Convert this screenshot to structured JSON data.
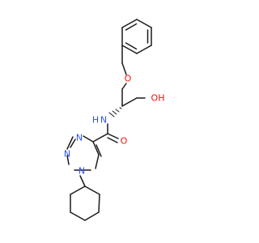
{
  "molecule": {
    "atoms": {
      "ether_oxygen": {
        "label": "O",
        "color": "#ff0d0d"
      },
      "hydroxyl": {
        "label": "OH",
        "color": "#ff0d0d"
      },
      "amide_nh": {
        "label": "H",
        "color": "#3050f8"
      },
      "amide_n": {
        "label": "N",
        "color": "#3050f8"
      },
      "amide_oxygen": {
        "label": "O",
        "color": "#ff0d0d"
      },
      "triazole_n1": {
        "label": "N",
        "color": "#3050f8"
      },
      "triazole_n2": {
        "label": "N",
        "color": "#3050f8"
      },
      "triazole_n3": {
        "label": "N",
        "color": "#3050f8"
      }
    },
    "bond_color": "#1a1a1a"
  }
}
